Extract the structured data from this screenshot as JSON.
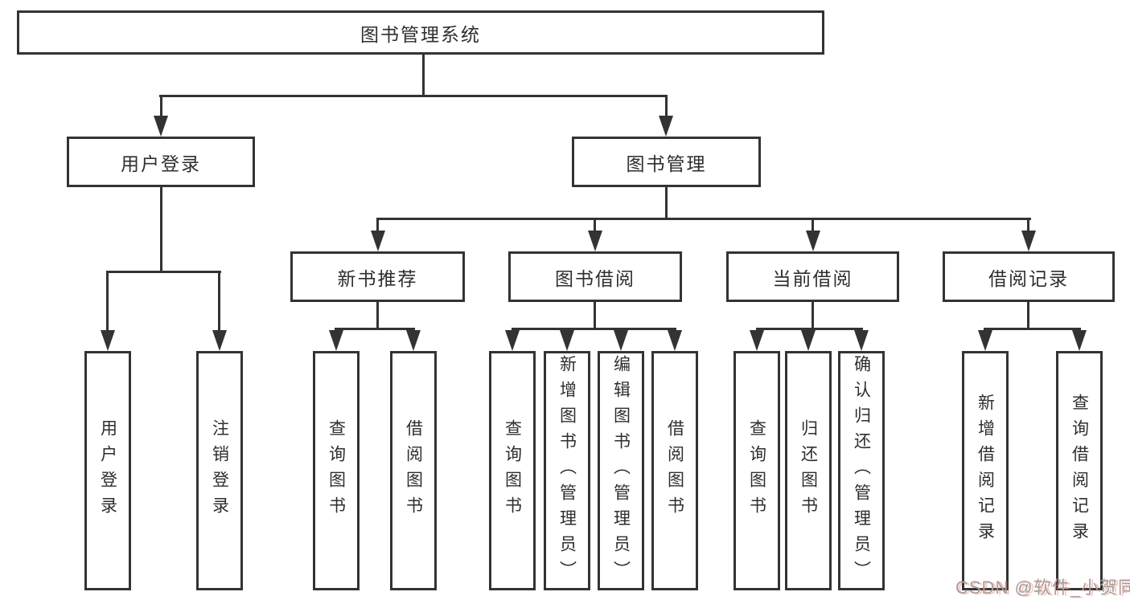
{
  "diagram": {
    "title": "图书管理系统",
    "watermark": "CSDN @软件_小贺同学",
    "colors": {
      "line": "#333333",
      "text": "#2e2e2e",
      "background": "#ffffff",
      "watermark_gray": "#a0a0a0",
      "watermark_accent": "#fc5531"
    },
    "nodes": {
      "root": "图书管理系统",
      "user_login": "用户登录",
      "book_mgmt": "图书管理",
      "new_book_rec": "新书推荐",
      "book_borrow": "图书借阅",
      "current_borrow": "当前借阅",
      "borrow_record": "借阅记录",
      "leaf_user_login": "用户登录",
      "leaf_logout": "注销登录",
      "leaf_rec_query_books": "查询图书",
      "leaf_rec_borrow_books": "借阅图书",
      "leaf_bb_query_books": "查询图书",
      "leaf_bb_add_books": "新增图书（管理员）",
      "leaf_bb_edit_books": "编辑图书（管理员）",
      "leaf_bb_borrow_books": "借阅图书",
      "leaf_cb_query_books": "查询图书",
      "leaf_cb_return_books": "归还图书",
      "leaf_cb_confirm_return": "确认归还（管理员）",
      "leaf_br_add_record": "新增借阅记录",
      "leaf_br_query_record": "查询借阅记录"
    }
  }
}
